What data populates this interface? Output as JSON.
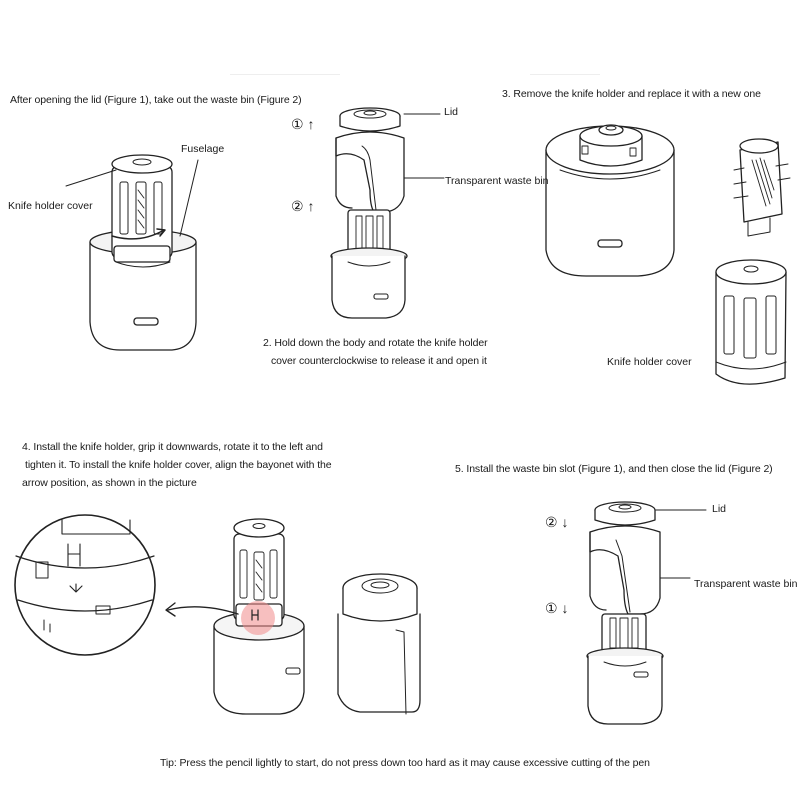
{
  "steps": {
    "step1_caption": "After opening the lid (Figure 1), take out the waste bin (Figure 2)",
    "step2_caption_line1": "2. Hold down the body and rotate the knife holder",
    "step2_caption_line2": "cover counterclockwise to release it and open it",
    "step3_caption": "3. Remove the knife holder and replace it with a new one",
    "step4_caption_line1": "4. Install the knife holder, grip it downwards, rotate it to the left and",
    "step4_caption_line2": "tighten it. To install the knife holder cover, align the bayonet with the",
    "step4_caption_line3": "arrow position, as shown in the picture",
    "step5_caption": "5. Install the waste bin slot (Figure 1), and then close the lid (Figure 2)"
  },
  "labels": {
    "fuselage": "Fuselage",
    "knife_holder_cover": "Knife holder cover",
    "lid": "Lid",
    "transparent_waste_bin": "Transparent waste bin",
    "knife_holder_cover_2": "Knife holder cover",
    "lid_2": "Lid",
    "transparent_waste_bin_2": "Transparent waste bin"
  },
  "markers": {
    "one_up": "① ↑",
    "two_up": "② ↑",
    "two_down": "② ↓",
    "one_down": "① ↓"
  },
  "tip": "Tip: Press the pencil lightly to start, do not press down too hard as it may cause excessive cutting of the pen",
  "colors": {
    "line": "#222222",
    "highlight": "#f08a8a"
  }
}
